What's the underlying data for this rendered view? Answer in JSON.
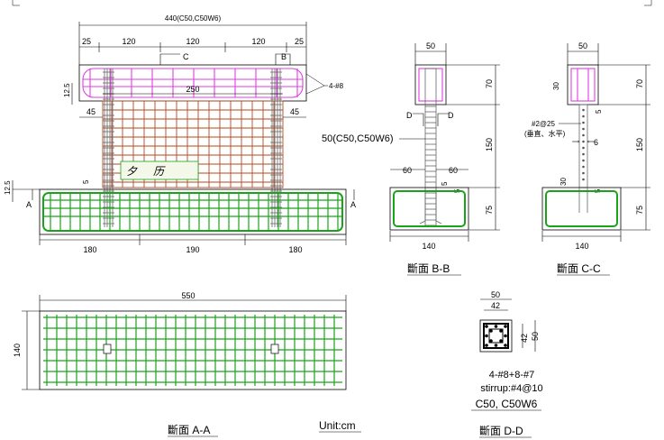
{
  "elevation": {
    "top_dim": "440(C50,C50W6)",
    "beam_dims": [
      "25",
      "120",
      "120",
      "120",
      "25"
    ],
    "section_marks": [
      "C",
      "B"
    ],
    "left_h": "12.5",
    "wall_len": "250",
    "edge_left": "45",
    "edge_right": "45",
    "beam_rebar": "4-#8",
    "label_chars": [
      "夕",
      "历"
    ],
    "found_left": "12.5",
    "small5": "5",
    "bottom_dims": [
      "180",
      "190",
      "180"
    ],
    "cut_a": "A"
  },
  "section_bb": {
    "width_top": "50",
    "h_top": "70",
    "h_mid": "150",
    "h_bot": "75",
    "cut_d": "D",
    "wall_label": "50(C50,C50W6)",
    "side_left": "60",
    "side_right": "60",
    "small5": "5",
    "width_bot": "140",
    "title": "斷面 B-B"
  },
  "section_cc": {
    "width_top": "50",
    "h_top": "70",
    "h_mid": "150",
    "h_bot": "75",
    "small30a": "30",
    "small5a": "5",
    "rebar": "#2@25",
    "rebar_note": "(垂直、水平)",
    "side6": "6",
    "small30b": "30",
    "small5b": "5",
    "width_bot": "140",
    "title": "斷面 C-C"
  },
  "section_aa": {
    "length": "550",
    "width": "140",
    "title": "斷面 A-A"
  },
  "unit": "Unit:cm",
  "section_dd": {
    "w_outer": "50",
    "w_inner": "42",
    "h_inner": "42",
    "h_outer": "50",
    "rebar": "4-#8+8-#7",
    "stirrup": "stirrup:#4@10",
    "concrete": "C50, C50W6",
    "title": "斷面 D-D"
  }
}
